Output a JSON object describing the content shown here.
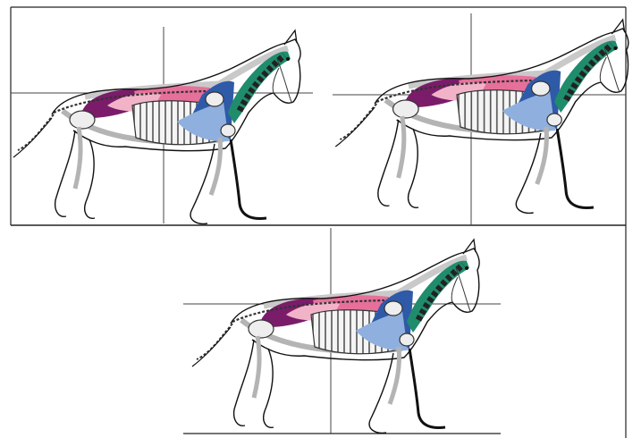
{
  "figure": {
    "panels": [
      {
        "id": "top-left",
        "gait": ""
      },
      {
        "id": "top-right",
        "gait": ""
      },
      {
        "id": "bottom",
        "gait": ""
      }
    ],
    "colors": {
      "outline": "#111111",
      "ligament_grey": "#b4b4b4",
      "skeleton": "#ececec",
      "back_muscle_pink": "#e6709a",
      "back_muscle_light_pink": "#f2b3c8",
      "lumbar_purple": "#7a1c6a",
      "shoulder_blue": "#2f5aa8",
      "shoulder_light_blue": "#8fb0de",
      "neck_green": "#1f8c6c",
      "neck_light_green": "#8fc9b3",
      "neck_grey": "#c9c9c9",
      "guide_lines": "#444444"
    }
  }
}
